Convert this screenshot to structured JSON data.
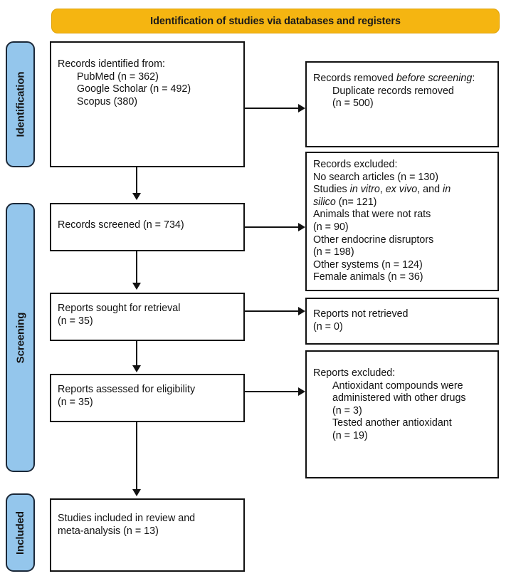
{
  "banner": {
    "title": "Identification of studies via databases and registers",
    "color": "#F5B511"
  },
  "stages": [
    {
      "id": "identification",
      "label": "Identification",
      "color": "#94C6EC"
    },
    {
      "id": "screening",
      "label": "Screening",
      "color": "#94C6EC"
    },
    {
      "id": "included",
      "label": "Included",
      "color": "#94C6EC"
    }
  ],
  "boxes": {
    "records_identified": {
      "title": "Records identified from:",
      "items": [
        "PubMed (n = 362)",
        "Google Scholar (n = 492)",
        "Scopus (380)"
      ]
    },
    "records_removed": {
      "title_part1": "Records removed ",
      "title_italic": "before screening",
      "title_part2": ":",
      "items": [
        "Duplicate records removed",
        "(n = 500)"
      ]
    },
    "records_screened": {
      "line1": "Records screened (n = 734)"
    },
    "records_excluded": {
      "title": "Records excluded:",
      "line_no_search": "No search articles (n = 130)",
      "line_studies_a": "Studies ",
      "line_studies_ital1": "in vitro",
      "line_studies_b": ", ",
      "line_studies_ital2": "ex vivo",
      "line_studies_c": ", and ",
      "line_studies_ital3": "in",
      "line_silico_ital": "silico",
      "line_silico_rest": " (n= 121)",
      "line_animals_1": "Animals that were not rats",
      "line_animals_2": "(n = 90)",
      "line_endocrine_1": "Other endocrine disruptors",
      "line_endocrine_2": "(n = 198)",
      "line_other_systems": "Other systems (n = 124)",
      "line_female": "Female animals (n = 36)"
    },
    "reports_sought": {
      "line1": "Reports sought for retrieval",
      "line2": "(n = 35)"
    },
    "reports_not_retrieved": {
      "line1": "Reports not retrieved",
      "line2": "(n = 0)"
    },
    "reports_assessed": {
      "line1": "Reports assessed for eligibility",
      "line2": "(n = 35)"
    },
    "reports_excluded": {
      "title": "Reports excluded:",
      "items": [
        "Antioxidant compounds were",
        "administered with other drugs",
        "(n = 3)",
        "Tested another antioxidant",
        "(n = 19)"
      ]
    },
    "studies_included": {
      "line1": "Studies included in review and",
      "line2": "meta-analysis (n = 13)"
    }
  }
}
